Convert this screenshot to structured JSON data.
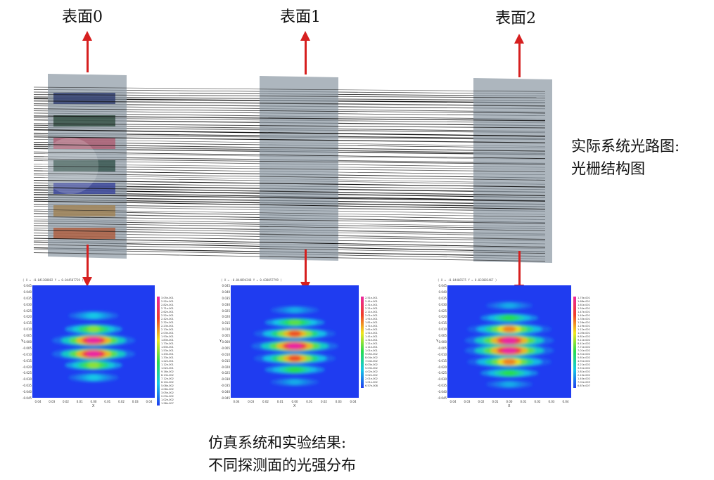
{
  "surfaces": [
    {
      "title": "表面0"
    },
    {
      "title": "表面1"
    },
    {
      "title": "表面2"
    }
  ],
  "notes": {
    "system_line1": "实际系统光路图:",
    "system_line2": "光栅结构图",
    "sim_line1": "仿真系统和实验结果:",
    "sim_line2": "不同探测面的光强分布"
  },
  "colors": {
    "arrow": "#d61f1f",
    "panel": "#8e9aa5",
    "beam": "#111111",
    "plot_background": "#1f3cf0"
  },
  "plots": [
    {
      "header": "( X = -0.041308882  Y = 0.044507739 )",
      "yticks": [
        "0.045",
        "0.040",
        "0.035",
        "0.030",
        "0.025",
        "0.020",
        "0.015",
        "0.010",
        "0.005",
        "0.000",
        "-0.005",
        "-0.010",
        "-0.015",
        "-0.020",
        "-0.025",
        "-0.030",
        "-0.035",
        "-0.040",
        "-0.045"
      ],
      "xticks": [
        "0.04",
        "0.03",
        "0.02",
        "0.01",
        "0.00",
        "0.01",
        "0.02",
        "0.03",
        "0.04"
      ],
      "xlabel": "X",
      "ylabel": "Y",
      "colorbar": [
        "3.05e-001",
        "2.92e-001",
        "2.82e-001",
        "2.71e-001",
        "2.62e-001",
        "2.52e-001",
        "2.42e-001",
        "2.32e-001",
        "2.23e-001",
        "2.13e-001",
        "2.03e-001",
        "1.93e-001",
        "1.83e-001",
        "1.73e-001",
        "1.63e-001",
        "1.53e-001",
        "1.43e-001",
        "1.33e-001",
        "1.22e-001",
        "1.12e-001",
        "1.02e-001",
        "9.16e-002",
        "8.13e-002",
        "7.12e-002",
        "6.10e-002",
        "5.08e-002",
        "4.06e-002",
        "3.05e-002",
        "2.03e-002",
        "1.02e-002",
        "1.96e-007"
      ]
    },
    {
      "header": "( X = -0.044894248  Y = 0.038057799 )",
      "yticks": [
        "0.045",
        "0.040",
        "0.035",
        "0.030",
        "0.025",
        "0.020",
        "0.015",
        "0.010",
        "0.005",
        "0.000",
        "-0.005",
        "-0.010",
        "-0.015",
        "-0.020",
        "-0.025",
        "-0.030",
        "-0.035",
        "-0.040",
        "-0.045"
      ],
      "xticks": [
        "0.04",
        "0.03",
        "0.02",
        "0.01",
        "0.00",
        "0.01",
        "0.02",
        "0.03",
        "0.04"
      ],
      "xlabel": "X",
      "ylabel": "Y",
      "colorbar": [
        "2.51e-001",
        "2.41e-001",
        "2.31e-001",
        "2.21e-001",
        "2.11e-001",
        "2.01e-001",
        "1.91e-001",
        "1.81e-001",
        "1.71e-001",
        "1.61e-001",
        "1.51e-001",
        "1.41e-001",
        "1.31e-001",
        "1.21e-001",
        "1.11e-001",
        "1.01e-001",
        "9.05e-002",
        "8.04e-002",
        "7.04e-002",
        "6.03e-002",
        "5.03e-002",
        "4.02e-002",
        "3.02e-002",
        "2.01e-002",
        "1.01e-002",
        "6.57e-008"
      ]
    },
    {
      "header": "( X = -0.04466575  Y = 0.033083467 )",
      "yticks": [
        "0.045",
        "0.040",
        "0.035",
        "0.030",
        "0.025",
        "0.020",
        "0.015",
        "0.010",
        "0.005",
        "0.000",
        "-0.005",
        "-0.010",
        "-0.015",
        "-0.020",
        "-0.025",
        "-0.030",
        "-0.035",
        "-0.040",
        "-0.045"
      ],
      "xticks": [
        "0.04",
        "0.03",
        "0.02",
        "0.01",
        "0.00",
        "0.01",
        "0.02",
        "0.03",
        "0.04"
      ],
      "xlabel": "X",
      "ylabel": "Y",
      "colorbar": [
        "1.75e-001",
        "1.68e-001",
        "1.61e-001",
        "1.54e-001",
        "1.47e-001",
        "1.40e-001",
        "1.33e-001",
        "1.26e-001",
        "1.19e-001",
        "1.12e-001",
        "1.05e-001",
        "9.81e-002",
        "9.11e-002",
        "8.41e-002",
        "7.71e-002",
        "7.01e-002",
        "6.31e-002",
        "5.61e-002",
        "4.91e-002",
        "4.21e-002",
        "3.51e-002",
        "2.81e-002",
        "2.10e-002",
        "1.40e-002",
        "7.01e-003",
        "6.67e-007"
      ]
    }
  ]
}
